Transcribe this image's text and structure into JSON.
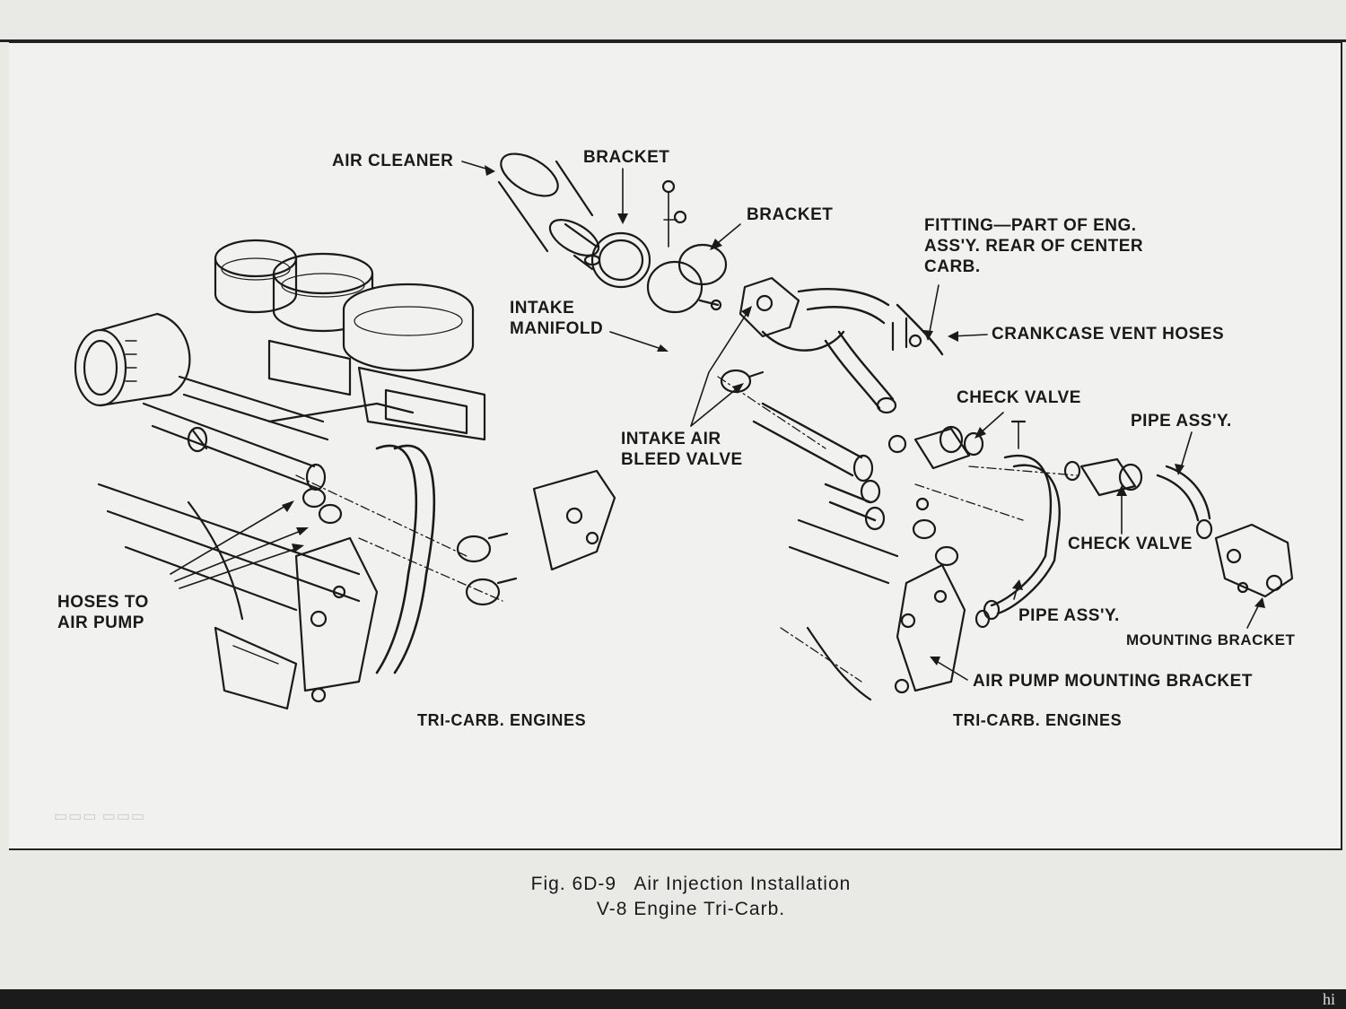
{
  "labels": {
    "air_cleaner": "AIR CLEANER",
    "bracket_1": "BRACKET",
    "bracket_2": "BRACKET",
    "intake_manifold_1": "INTAKE",
    "intake_manifold_2": "MANIFOLD",
    "fitting_1": "FITTING—PART OF ENG.",
    "fitting_2": "ASS'Y. REAR OF CENTER",
    "fitting_3": "CARB.",
    "crankcase_vent_hoses": "CRANKCASE VENT HOSES",
    "check_valve_1": "CHECK VALVE",
    "pipe_assy_1": "PIPE ASS'Y.",
    "intake_air_bleed_1": "INTAKE AIR",
    "intake_air_bleed_2": "BLEED VALVE",
    "check_valve_2": "CHECK VALVE",
    "pipe_assy_2": "PIPE ASS'Y.",
    "mounting_bracket": "MOUNTING BRACKET",
    "air_pump_mounting_bracket": "AIR PUMP MOUNTING BRACKET",
    "hoses_to_air_pump_1": "HOSES TO",
    "hoses_to_air_pump_2": "AIR PUMP"
  },
  "views": {
    "left_title": "TRI-CARB. ENGINES",
    "right_title": "TRI-CARB. ENGINES"
  },
  "caption": {
    "line1": "Fig. 6D-9   Air Injection Installation",
    "line2": "V-8 Engine Tri-Carb."
  },
  "bottom_snippet": "hi"
}
